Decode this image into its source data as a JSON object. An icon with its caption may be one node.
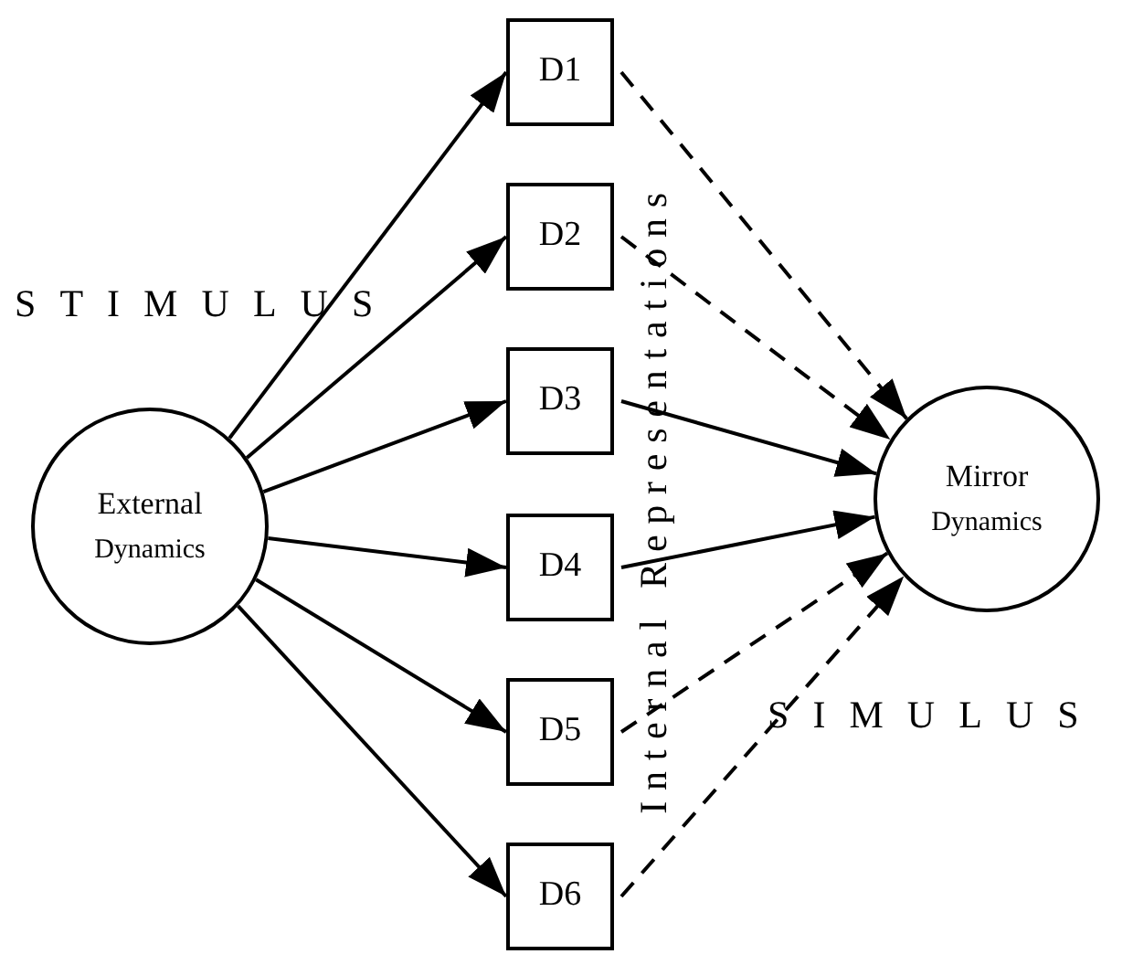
{
  "diagram": {
    "nodes": [
      {
        "text": [
          "External",
          "Dynamics"
        ]
      },
      {
        "text": [
          "D1"
        ]
      },
      {
        "text": [
          "D2"
        ]
      },
      {
        "text": [
          "D3"
        ]
      },
      {
        "text": [
          "D4"
        ]
      },
      {
        "text": [
          "D5"
        ]
      },
      {
        "text": [
          "D6"
        ]
      },
      {
        "text": [
          "Mirror",
          "Dynamics"
        ]
      }
    ],
    "edges": [
      {
        "from": 0,
        "to": 1,
        "arrow": "to"
      },
      {
        "from": 0,
        "to": 2,
        "arrow": "to"
      },
      {
        "from": 0,
        "to": 3,
        "arrow": "to"
      },
      {
        "from": 0,
        "to": 4,
        "arrow": "to"
      },
      {
        "from": 0,
        "to": 5,
        "arrow": "to"
      },
      {
        "from": 0,
        "to": 6,
        "arrow": "to"
      },
      {
        "from": 1,
        "to": 7,
        "arrow": "to",
        "style": "dashed"
      },
      {
        "from": 2,
        "to": 7,
        "arrow": "to",
        "style": "dashed"
      },
      {
        "from": 3,
        "to": 7,
        "arrow": "to"
      },
      {
        "from": 4,
        "to": 7,
        "arrow": "to"
      },
      {
        "from": 5,
        "to": 7,
        "arrow": "to",
        "style": "dashed"
      },
      {
        "from": 6,
        "to": 7,
        "arrow": "to",
        "style": "dashed"
      }
    ],
    "labels": [
      "STIMULUS",
      "Internal Representations",
      "SIMULUS"
    ]
  }
}
